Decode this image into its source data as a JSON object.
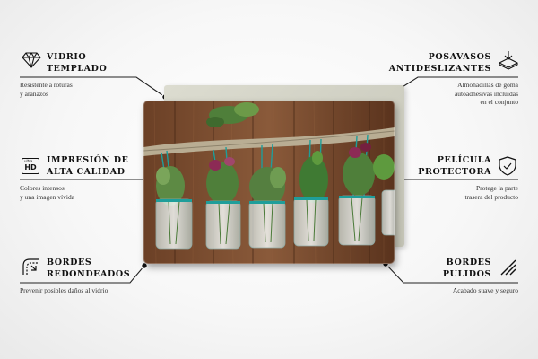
{
  "features": {
    "vidrio": {
      "title": "VIDRIO\nTEMPLADO",
      "desc": "Resistente a roturas\ny arañazos",
      "icon": "diamond-icon"
    },
    "impresion": {
      "title": "IMPRESIÓN DE\nALTA CALIDAD",
      "desc": "Colores intensos\ny una imagen vívida",
      "icon": "ultra-hd-icon",
      "icon_text_top": "ultra",
      "icon_text_main": "HD"
    },
    "bordes_redondeados": {
      "title": "BORDES\nREDONDEADOS",
      "desc": "Prevenir posibles daños al vidrio",
      "icon": "rounded-corner-icon"
    },
    "posavasos": {
      "title": "POSAVASOS\nANTIDESLIZANTES",
      "desc": "Almohadillas de goma\nautoadhesivas incluidas\nen el conjunto",
      "icon": "anti-slip-pad-icon"
    },
    "pelicula": {
      "title": "PELÍCULA\nPROTECTORA",
      "desc": "Protege la parte\ntrasera del producto",
      "icon": "shield-check-icon"
    },
    "bordes_pulidos": {
      "title": "BORDES\nPULIDOS",
      "desc": "Acabado suave y seguro",
      "icon": "polished-edge-icon"
    }
  },
  "product": {
    "image": "hanging-herb-jars-photo",
    "colors": {
      "wood_light": "#8a5a3a",
      "wood_dark": "#4e2c18",
      "branch": "#b9ad93",
      "twine": "#1f9e9a",
      "leaf": "#4f7f3a",
      "flower": "#8c2a55",
      "glass": "#d8e4e0"
    }
  },
  "colors": {
    "text": "#111111",
    "line": "#222222"
  }
}
